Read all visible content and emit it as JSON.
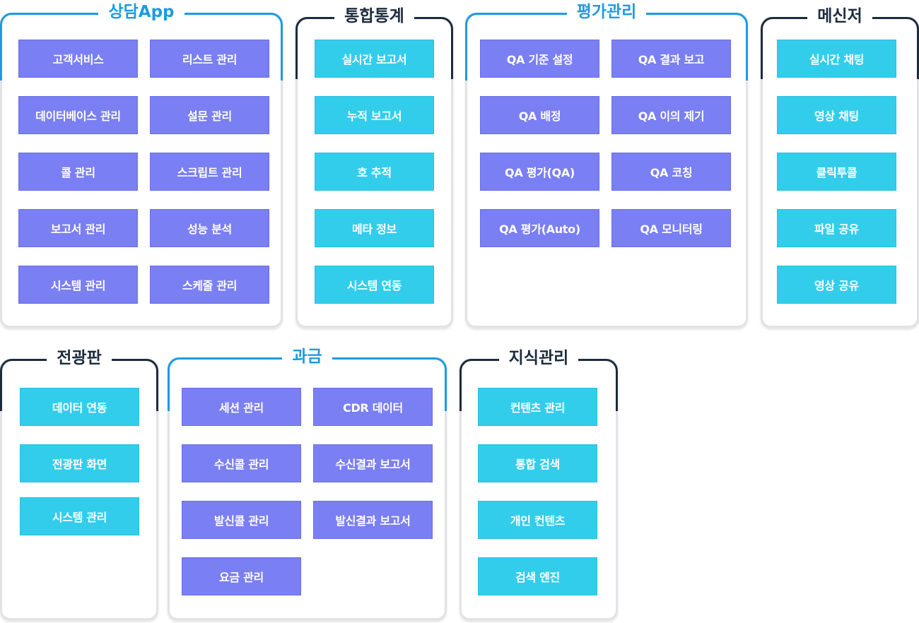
{
  "colors": {
    "accent_blue": "#1e9be0",
    "title_dark": "#1d2b3d",
    "button_purple": "#7a7ff3",
    "button_cyan": "#33cdec",
    "panel_border": "#e3e3e6"
  },
  "groups": {
    "consult": {
      "title": "상담App",
      "items": [
        "고객서비스",
        "리스트 관리",
        "데이터베이스 관리",
        "설문 관리",
        "콜 관리",
        "스크립트 관리",
        "보고서 관리",
        "성능 분석",
        "시스템 관리",
        "스케줄 관리"
      ]
    },
    "stats": {
      "title": "통합통계",
      "items": [
        "실시간 보고서",
        "누적 보고서",
        "호 추적",
        "메타 정보",
        "시스템 연동"
      ]
    },
    "qa": {
      "title": "평가관리",
      "items": [
        "QA 기준 설정",
        "QA 결과 보고",
        "QA 배정",
        "QA 이의 제기",
        "QA 평가(QA)",
        "QA 코칭",
        "QA 평가(Auto)",
        "QA 모니터링"
      ]
    },
    "messenger": {
      "title": "메신저",
      "items": [
        "실시간 채팅",
        "영상 채팅",
        "클릭투콜",
        "파일 공유",
        "영상 공유"
      ]
    },
    "board": {
      "title": "전광판",
      "items": [
        "데이터 연동",
        "전광판 화면",
        "시스템 관리"
      ]
    },
    "billing": {
      "title": "과금",
      "items": [
        "세션 관리",
        "CDR 데이터",
        "수신콜 관리",
        "수신결과 보고서",
        "발신콜 관리",
        "발신결과 보고서",
        "요금 관리"
      ]
    },
    "knowledge": {
      "title": "지식관리",
      "items": [
        "컨텐츠 관리",
        "통합 검색",
        "개인 컨텐츠",
        "검색 엔진"
      ]
    }
  }
}
